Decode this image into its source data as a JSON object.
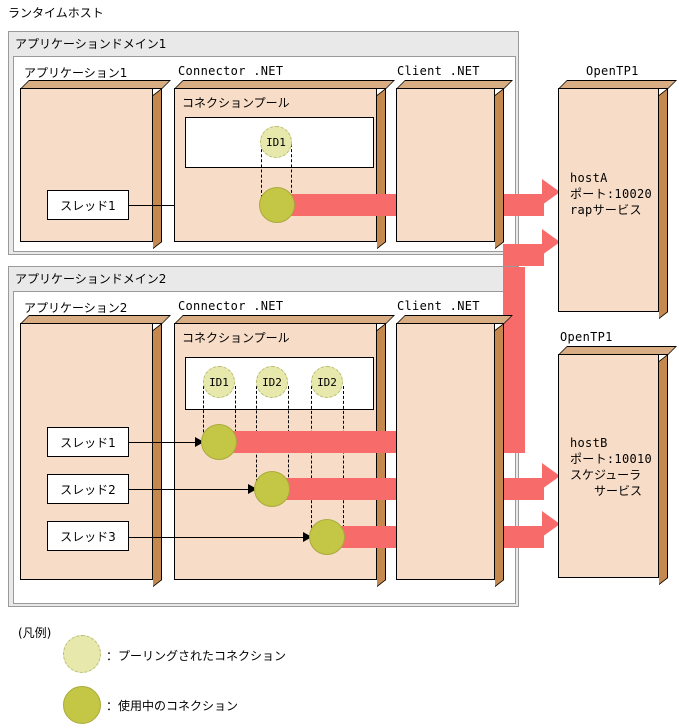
{
  "diagram": {
    "title": "ランタイムホスト",
    "legend": {
      "heading": "(凡例)",
      "items": [
        {
          "marker": "pooled-connection-circle",
          "label": "：プーリングされたコネクション"
        },
        {
          "marker": "active-connection-circle",
          "label": "：使用中のコネクション"
        }
      ]
    },
    "colors": {
      "box_fill": "#f7ddc8",
      "box_side": "#c5894f",
      "box_top": "#d9ad84",
      "domain_bg": "#e9e9e9",
      "pooled_circle": "#e6e8ac",
      "active_circle": "#c4c646",
      "red_arrow": "#f76b6b"
    },
    "domains": [
      {
        "title": "アプリケーションドメイン1",
        "app_box": {
          "caption": "アプリケーション1",
          "threads": [
            "スレッド1"
          ]
        },
        "connector_box": {
          "caption": "Connector .NET",
          "pool_label": "コネクションプール",
          "pooled_ids": [
            "ID1"
          ],
          "active_count": 1
        },
        "client_box": {
          "caption": "Client .NET"
        }
      },
      {
        "title": "アプリケーションドメイン2",
        "app_box": {
          "caption": "アプリケーション2",
          "threads": [
            "スレッド1",
            "スレッド2",
            "スレッド3"
          ]
        },
        "connector_box": {
          "caption": "Connector .NET",
          "pool_label": "コネクションプール",
          "pooled_ids": [
            "ID1",
            "ID2",
            "ID2"
          ],
          "active_count": 3
        },
        "client_box": {
          "caption": "Client .NET"
        }
      }
    ],
    "servers": [
      {
        "caption": "OpenTP1",
        "lines": [
          "hostA",
          "ポート:10020",
          "rapサービス"
        ]
      },
      {
        "caption": "OpenTP1",
        "lines": [
          "hostB",
          "ポート:10010",
          "スケジューラ",
          "　　サービス"
        ]
      }
    ]
  }
}
